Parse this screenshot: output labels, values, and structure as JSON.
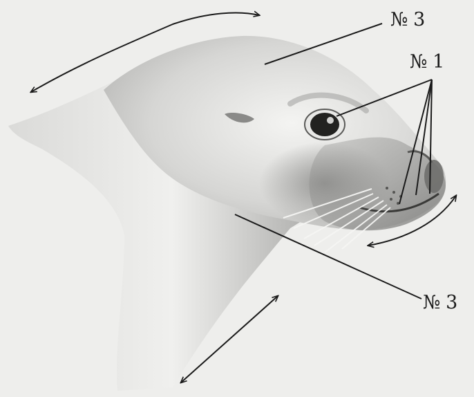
{
  "labels": {
    "top": "№ 3",
    "eye": "№ 1",
    "bottom": "№ 3"
  },
  "colors": {
    "background": "#eeeeec",
    "ink": "#1a1a1a"
  }
}
